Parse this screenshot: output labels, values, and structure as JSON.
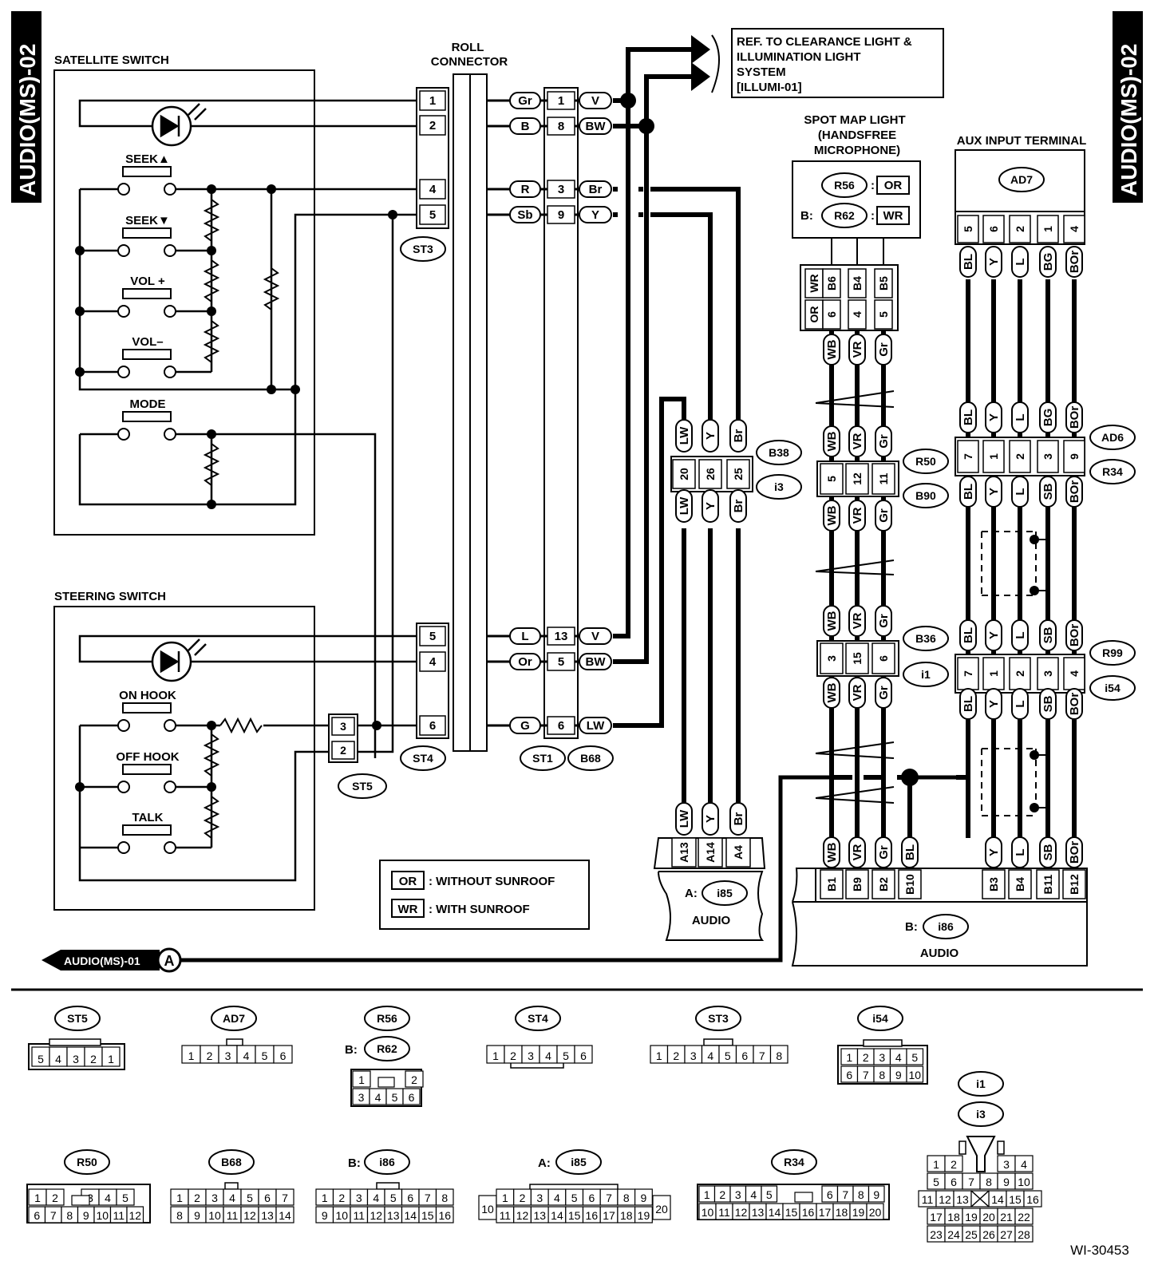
{
  "page_tab_left": "AUDIO(MS)-02",
  "page_tab_right": "AUDIO(MS)-02",
  "satellite_switch": {
    "title": "SATELLITE SWITCH",
    "buttons": [
      "SEEK▲",
      "SEEK▼",
      "VOL +",
      "VOL–",
      "MODE"
    ]
  },
  "steering_switch": {
    "title": "STEERING SWITCH",
    "buttons": [
      "ON HOOK",
      "OFF HOOK",
      "TALK"
    ]
  },
  "roll_connector": {
    "title_line1": "ROLL",
    "title_line2": "CONNECTOR"
  },
  "ref_box": {
    "lines": [
      "REF. TO CLEARANCE LIGHT &",
      "ILLUMINATION LIGHT",
      "SYSTEM",
      "[ILLUMI-01]"
    ]
  },
  "spot_map_light": {
    "title": [
      "SPOT MAP LIGHT",
      "(HANDSFREE",
      "MICROPHONE)"
    ],
    "conn1": "R56",
    "conn1_tag": "OR",
    "conn2_prefix": "B:",
    "conn2": "R62",
    "conn2_tag": "WR",
    "pins": [
      "OR",
      "WR",
      "B6",
      "6",
      "B4",
      "4",
      "B5",
      "5"
    ]
  },
  "aux_input": {
    "title": "AUX INPUT TERMINAL",
    "conn": "AD7",
    "pins": [
      "5",
      "6",
      "2",
      "1",
      "4"
    ]
  },
  "st3": {
    "label": "ST3",
    "pins": [
      "1",
      "2",
      "4",
      "5"
    ]
  },
  "st4": {
    "label": "ST4",
    "pins": [
      "5",
      "4",
      "6"
    ]
  },
  "st5": {
    "label": "ST5",
    "pins": [
      "3",
      "2"
    ]
  },
  "st1": {
    "label": "ST1",
    "label2": "B68",
    "pins": [
      "1",
      "8",
      "3",
      "9",
      "13",
      "5",
      "6"
    ]
  },
  "wires_left": [
    "Gr",
    "B",
    "R",
    "Sb",
    "L",
    "Or",
    "G"
  ],
  "wires_right": [
    "V",
    "BW",
    "Br",
    "Y",
    "V",
    "BW",
    "LW"
  ],
  "b38": {
    "label": "B38",
    "label2": "i3",
    "pins": [
      "20",
      "26",
      "25"
    ],
    "wires": [
      "LW",
      "Y",
      "Br"
    ]
  },
  "r50": {
    "label": "R50",
    "label2": "B90",
    "pins": [
      "5",
      "12",
      "11"
    ],
    "wires": [
      "WB",
      "VR",
      "Gr"
    ]
  },
  "b36": {
    "label": "B36",
    "label2": "i1",
    "pins": [
      "3",
      "15",
      "6"
    ],
    "wires": [
      "WB",
      "VR",
      "Gr"
    ]
  },
  "ad6": {
    "label": "AD6",
    "label2": "R34",
    "pins": [
      "7",
      "1",
      "2",
      "3",
      "9"
    ],
    "wires_top": [
      "BL",
      "Y",
      "L",
      "BG",
      "BOr"
    ],
    "wires_bot": [
      "BL",
      "Y",
      "L",
      "SB",
      "BOr"
    ]
  },
  "r99": {
    "label": "R99",
    "label2": "i54",
    "pins": [
      "7",
      "1",
      "2",
      "3",
      "4"
    ],
    "wires": [
      "BL",
      "Y",
      "L",
      "SB",
      "BOr"
    ]
  },
  "audio_a": {
    "prefix": "A:",
    "conn": "i85",
    "name": "AUDIO",
    "pins": [
      "A13",
      "A14",
      "A4"
    ],
    "wires": [
      "LW",
      "Y",
      "Br"
    ]
  },
  "audio_b": {
    "prefix": "B:",
    "conn": "i86",
    "name": "AUDIO",
    "pins": [
      "B1",
      "B9",
      "B2",
      "B10",
      "B3",
      "B4",
      "B11",
      "B12"
    ],
    "wires": [
      "WB",
      "VR",
      "Gr",
      "BL",
      "Y",
      "L",
      "SB",
      "BOr"
    ]
  },
  "legend": [
    {
      "code": "OR",
      "text": ": WITHOUT SUNROOF"
    },
    {
      "code": "WR",
      "text": ": WITH SUNROOF"
    }
  ],
  "off_page": {
    "label": "AUDIO(MS)-01",
    "letter": "A"
  },
  "connector_faces": {
    "st5": {
      "label": "ST5",
      "pins": [
        "5",
        "4",
        "3",
        "2",
        "1"
      ]
    },
    "ad7": {
      "label": "AD7",
      "pins": [
        "1",
        "2",
        "3",
        "4",
        "5",
        "6"
      ]
    },
    "r56": {
      "label": "R56",
      "prefix": "B:",
      "label2": "R62",
      "row1": [
        "1",
        "2"
      ],
      "row2": [
        "3",
        "4",
        "5",
        "6"
      ]
    },
    "st4": {
      "label": "ST4",
      "pins": [
        "1",
        "2",
        "3",
        "4",
        "5",
        "6"
      ]
    },
    "st3": {
      "label": "ST3",
      "pins": [
        "1",
        "2",
        "3",
        "4",
        "5",
        "6",
        "7",
        "8"
      ]
    },
    "i54": {
      "label": "i54",
      "row1": [
        "1",
        "2",
        "3",
        "4",
        "5"
      ],
      "row2": [
        "6",
        "7",
        "8",
        "9",
        "10"
      ]
    },
    "i1": {
      "label": "i1",
      "label2": "i3",
      "rows": [
        [
          "1",
          "2",
          "",
          "",
          "3",
          "4"
        ],
        [
          "5",
          "6",
          "7",
          "8",
          "9",
          "10"
        ],
        [
          "11",
          "12",
          "13",
          "",
          "14",
          "15",
          "16"
        ],
        [
          "17",
          "18",
          "19",
          "20",
          "21",
          "22"
        ],
        [
          "23",
          "24",
          "25",
          "26",
          "27",
          "28"
        ]
      ]
    },
    "r50": {
      "label": "R50",
      "row1": [
        "1",
        "2",
        "",
        "3",
        "4",
        "5"
      ],
      "row2": [
        "6",
        "7",
        "8",
        "9",
        "10",
        "11",
        "12"
      ]
    },
    "b68": {
      "label": "B68",
      "row1": [
        "1",
        "2",
        "3",
        "4",
        "5",
        "6",
        "7"
      ],
      "row2": [
        "8",
        "9",
        "10",
        "11",
        "12",
        "13",
        "14"
      ]
    },
    "i86": {
      "prefix": "B:",
      "label": "i86",
      "row1": [
        "1",
        "2",
        "3",
        "4",
        "5",
        "6",
        "7",
        "8"
      ],
      "row2": [
        "9",
        "10",
        "11",
        "12",
        "13",
        "14",
        "15",
        "16"
      ]
    },
    "i85": {
      "prefix": "A:",
      "label": "i85",
      "row1": [
        "1",
        "2",
        "3",
        "4",
        "5",
        "6",
        "7",
        "8",
        "9"
      ],
      "row2": [
        "11",
        "12",
        "13",
        "14",
        "15",
        "16",
        "17",
        "18",
        "19"
      ],
      "left": "10",
      "right": "20"
    },
    "r34": {
      "label": "R34",
      "row1": [
        "1",
        "2",
        "3",
        "4",
        "5",
        "",
        "6",
        "7",
        "8",
        "9"
      ],
      "row2": [
        "10",
        "11",
        "12",
        "13",
        "14",
        "15",
        "16",
        "17",
        "18",
        "19",
        "20"
      ]
    }
  },
  "figure_id": "WI-30453"
}
